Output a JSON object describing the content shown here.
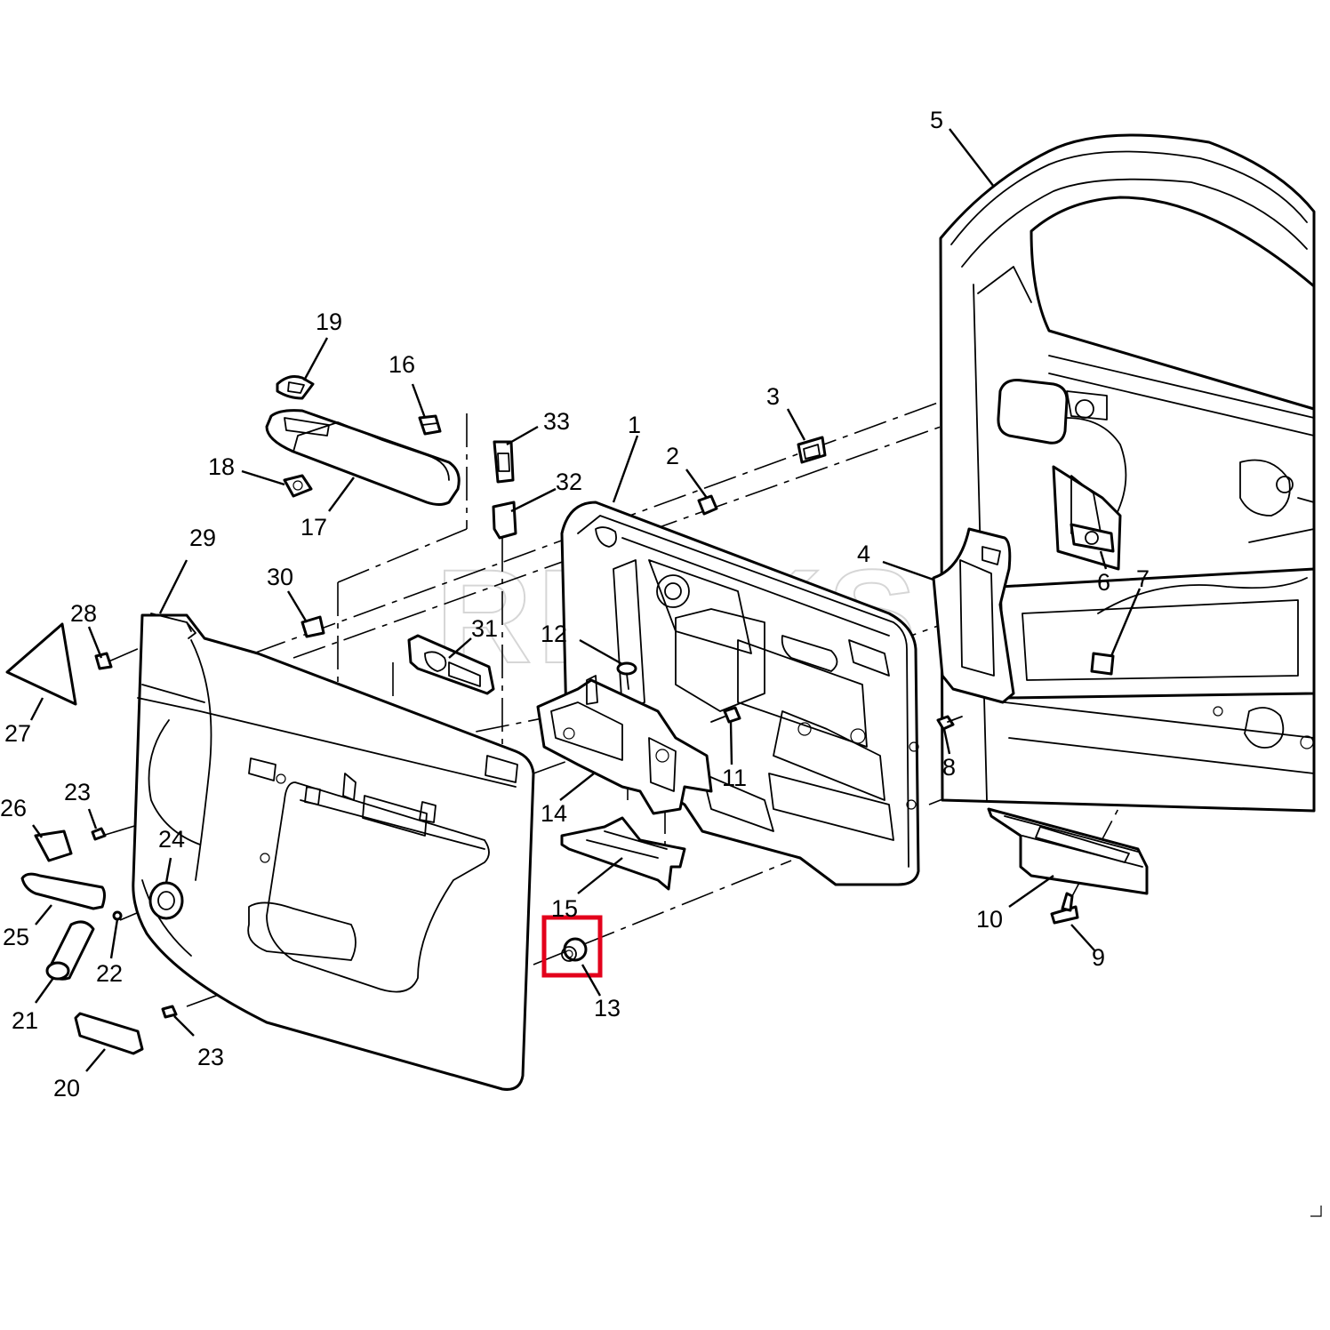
{
  "watermark": "REXKS",
  "highlight": {
    "callout": "13",
    "color": "#e3001b"
  },
  "callouts": [
    {
      "id": "1",
      "label": "1"
    },
    {
      "id": "2",
      "label": "2"
    },
    {
      "id": "3",
      "label": "3"
    },
    {
      "id": "4",
      "label": "4"
    },
    {
      "id": "5",
      "label": "5"
    },
    {
      "id": "6",
      "label": "6"
    },
    {
      "id": "7",
      "label": "7"
    },
    {
      "id": "8",
      "label": "8"
    },
    {
      "id": "9",
      "label": "9"
    },
    {
      "id": "10",
      "label": "10"
    },
    {
      "id": "11",
      "label": "11"
    },
    {
      "id": "12",
      "label": "12"
    },
    {
      "id": "13",
      "label": "13"
    },
    {
      "id": "14",
      "label": "14"
    },
    {
      "id": "15",
      "label": "15"
    },
    {
      "id": "16",
      "label": "16"
    },
    {
      "id": "17",
      "label": "17"
    },
    {
      "id": "18",
      "label": "18"
    },
    {
      "id": "19",
      "label": "19"
    },
    {
      "id": "20",
      "label": "20"
    },
    {
      "id": "21",
      "label": "21"
    },
    {
      "id": "22",
      "label": "22"
    },
    {
      "id": "23a",
      "label": "23"
    },
    {
      "id": "23b",
      "label": "23"
    },
    {
      "id": "24",
      "label": "24"
    },
    {
      "id": "25",
      "label": "25"
    },
    {
      "id": "26",
      "label": "26"
    },
    {
      "id": "27",
      "label": "27"
    },
    {
      "id": "28",
      "label": "28"
    },
    {
      "id": "29",
      "label": "29"
    },
    {
      "id": "30",
      "label": "30"
    },
    {
      "id": "31",
      "label": "31"
    },
    {
      "id": "32",
      "label": "32"
    },
    {
      "id": "33",
      "label": "33"
    }
  ]
}
